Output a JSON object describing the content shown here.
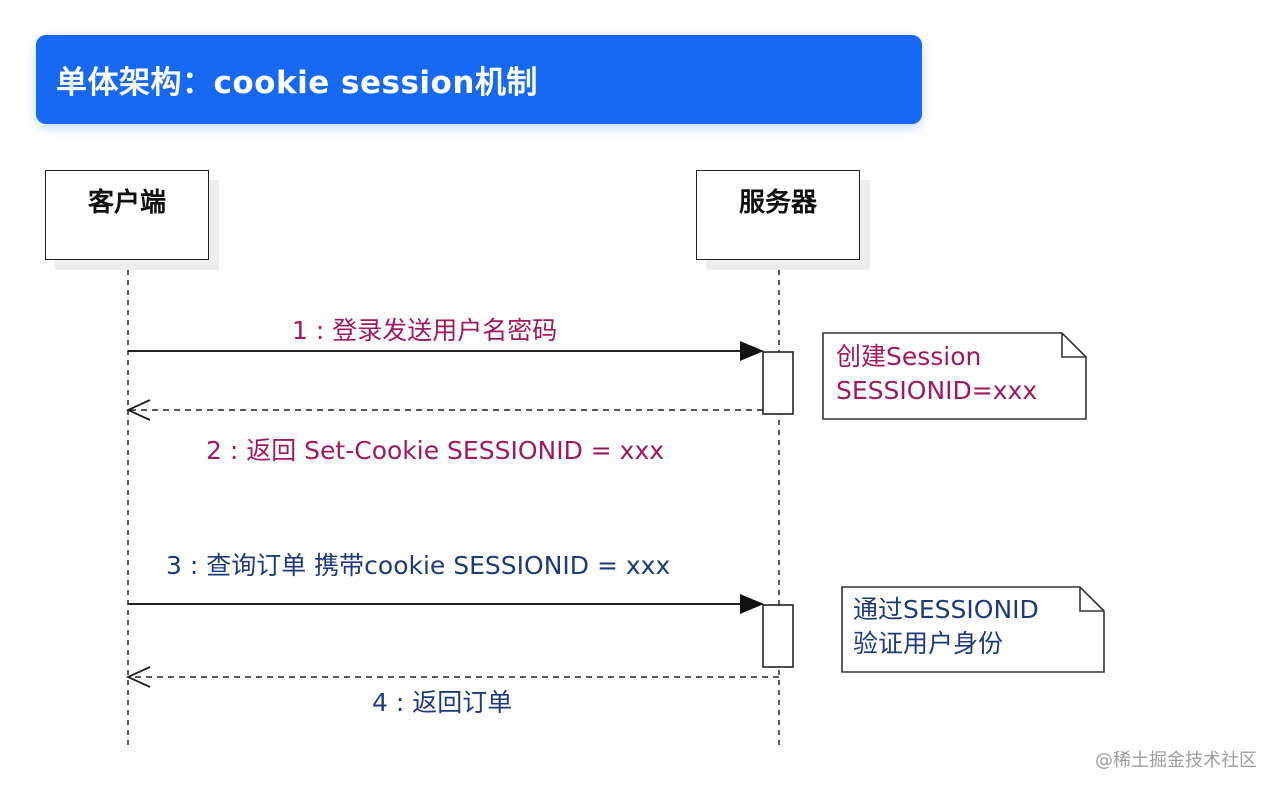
{
  "header": {
    "title": "单体架构：cookie session机制"
  },
  "participants": {
    "client": "客户端",
    "server": "服务器"
  },
  "messages": [
    {
      "label": "1 : 登录发送用户名密码",
      "type": "sync",
      "direction": "client-to-server",
      "color": "#a0195f"
    },
    {
      "label": "2 : 返回 Set-Cookie SESSIONID = xxx",
      "type": "return",
      "direction": "server-to-client",
      "color": "#a0195f"
    },
    {
      "label": "3 : 查询订单 携带cookie SESSIONID = xxx",
      "type": "sync",
      "direction": "client-to-server",
      "color": "#1f3a7a"
    },
    {
      "label": "4 : 返回订单",
      "type": "return",
      "direction": "server-to-client",
      "color": "#1f3a7a"
    }
  ],
  "notes": [
    {
      "lines": [
        "创建Session",
        "SESSIONID=xxx"
      ],
      "color": "#a0195f"
    },
    {
      "lines": [
        "通过SESSIONID",
        "验证用户身份"
      ],
      "color": "#1f3a7a"
    }
  ],
  "watermark": "@稀土掘金技术社区",
  "colors": {
    "title_bg": "#1769f5",
    "phase1": "#a0195f",
    "phase2": "#1f3a7a"
  }
}
